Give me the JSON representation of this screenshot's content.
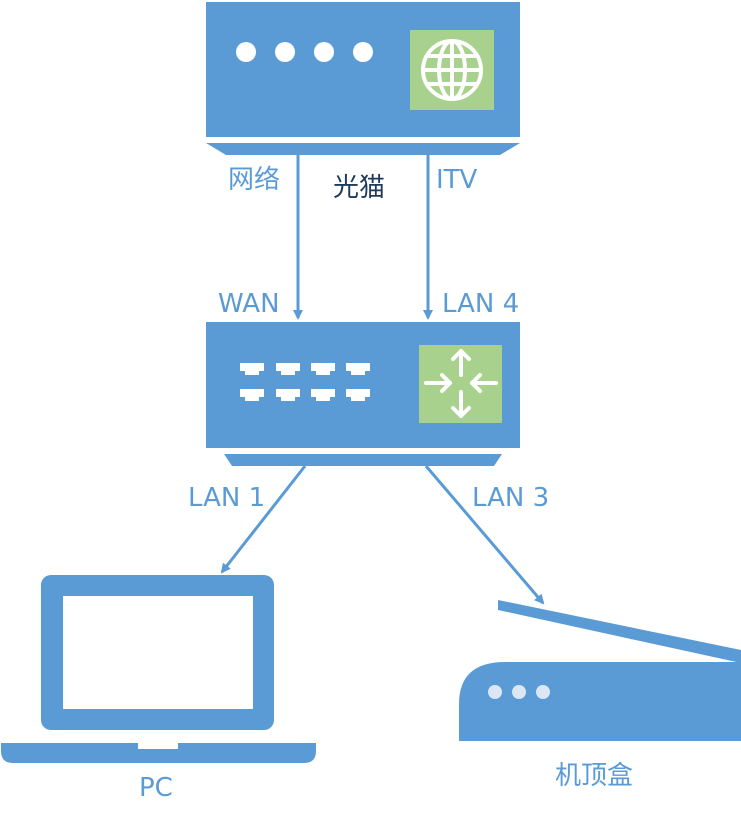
{
  "labels": {
    "modem": "光猫",
    "modem_port_net": "网络",
    "modem_port_itv": "ITV",
    "router_wan": "WAN",
    "router_lan4": "LAN 4",
    "router_lan1": "LAN 1",
    "router_lan3": "LAN 3",
    "pc": "PC",
    "stb": "机顶盒"
  },
  "colors": {
    "device_blue": "#5b9bd5",
    "icon_green": "#a9d18e",
    "dark_text": "#1f3a5a"
  },
  "icons": {
    "modem_icon": "globe-icon",
    "router_icon": "switch-arrows-icon"
  }
}
